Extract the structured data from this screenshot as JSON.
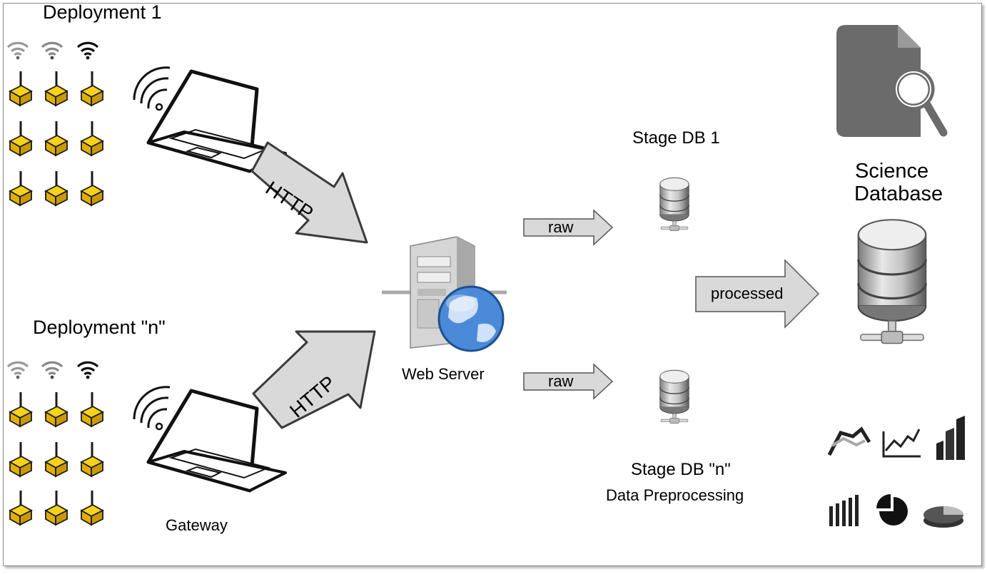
{
  "deployments": [
    {
      "title": "Deployment 1",
      "protocol": "HTTP"
    },
    {
      "title": "Deployment \"n\"",
      "protocol": "HTTP",
      "gateway_label": "Gateway"
    }
  ],
  "web_server": {
    "label": "Web Server"
  },
  "flows": {
    "raw_top": "raw",
    "raw_bottom": "raw",
    "processed": "processed"
  },
  "stage_dbs": [
    {
      "label": "Stage DB 1"
    },
    {
      "label": "Stage DB \"n\"",
      "caption": "Data Preprocessing"
    }
  ],
  "science_db": {
    "line1": "Science",
    "line2": "Database"
  },
  "icons": [
    "wifi-icon",
    "sensor-node-icon",
    "laptop-icon",
    "arrow-icon",
    "server-icon",
    "globe-icon",
    "database-icon",
    "document-search-icon",
    "line-chart-icon",
    "bar-chart-icon",
    "pie-chart-icon"
  ],
  "colors": {
    "sensor": "#f2c200",
    "arrow_fill": "#d9d9d9",
    "arrow_stroke": "#3a3a3a",
    "doc": "#6b6b6b"
  }
}
